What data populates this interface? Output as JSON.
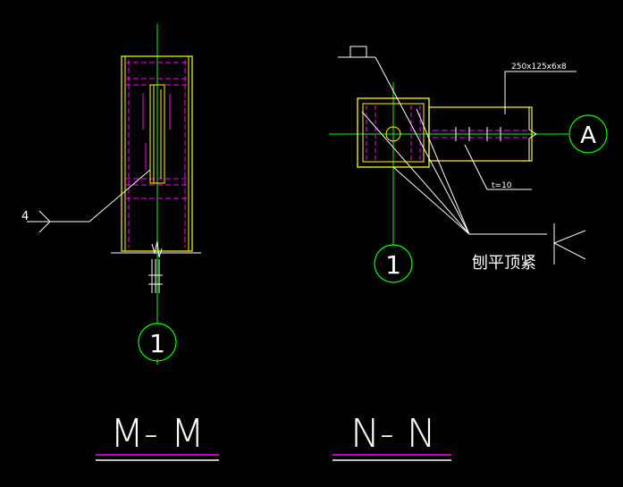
{
  "colors": {
    "background": "#000000",
    "axis": "#00ff00",
    "steel_outline": "#ffff00",
    "hidden_line": "#ff00ff",
    "text": "#ffffff"
  },
  "left_section": {
    "title": "M- M",
    "weld_symbol_label": "4",
    "grid_bubble": "1"
  },
  "right_section": {
    "title": "N- N",
    "beam_spec": "250x125x6x8",
    "plate_thickness": "t=10",
    "note": "刨平顶紧",
    "grid_bubble_a": "A",
    "grid_bubble_1": "1"
  }
}
